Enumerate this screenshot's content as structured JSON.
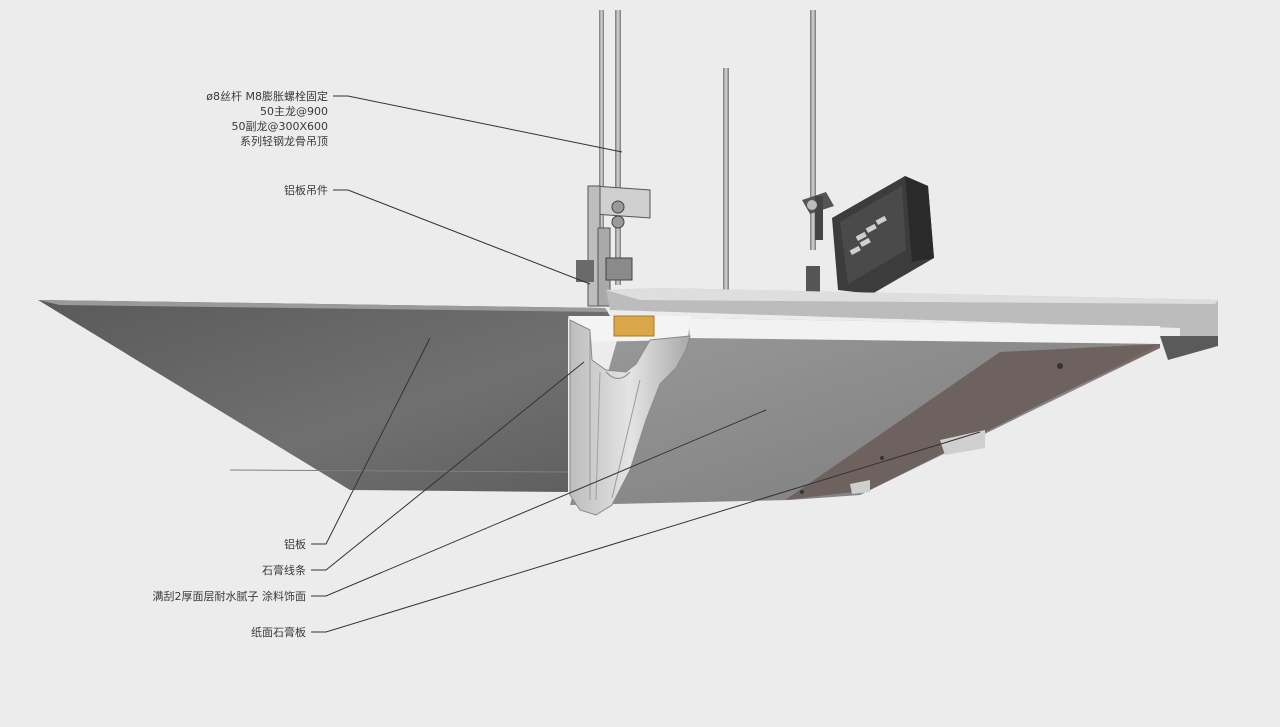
{
  "callouts": {
    "suspension": {
      "line1": "ø8丝杆 M8膨胀螺栓固定",
      "line2": "50主龙@900",
      "line3": "50副龙@300X600",
      "line4": "系列轻钢龙骨吊顶"
    },
    "hanger": "铝板吊件",
    "aluminum_panel": "铝板",
    "gypsum_molding": "石膏线条",
    "putty_finish": "满刮2厚面层耐水腻子 涂料饰面",
    "gypsum_board": "纸面石膏板"
  },
  "colors": {
    "background": "#ececec",
    "aluminum_panel": "#6a6a6a",
    "gypsum_board": "#8c8c8c",
    "board_edge": "#f2f2f2",
    "timber_block": "#d9a64a",
    "steel_channel": "#3c3c3c",
    "molding": "#d8d8d8"
  }
}
